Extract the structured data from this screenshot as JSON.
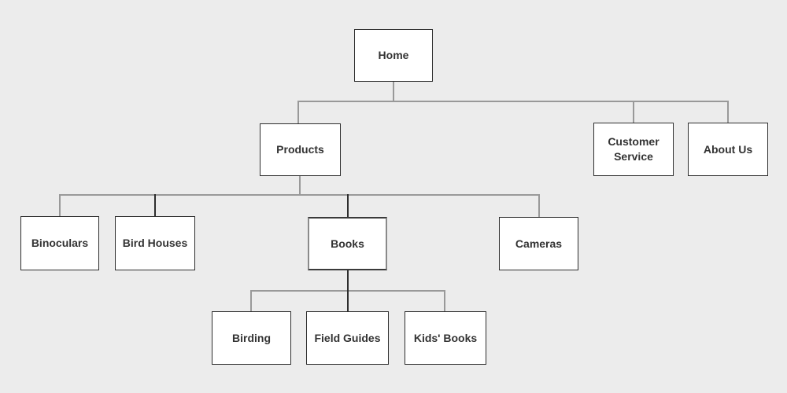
{
  "diagram": {
    "type": "sitemap-tree",
    "background": "#ececec",
    "colors": {
      "connector_gray": "#999999",
      "connector_dark": "#2e2e2e",
      "box_border": "#2e2e2e",
      "box_border_selected": "#8a8a8a",
      "box_fill": "#ffffff",
      "text": "#333333"
    },
    "nodes": {
      "home": {
        "label": "Home"
      },
      "products": {
        "label": "Products"
      },
      "customer_service": {
        "label": "Customer Service"
      },
      "about_us": {
        "label": "About Us"
      },
      "binoculars": {
        "label": "Binoculars"
      },
      "bird_houses": {
        "label": "Bird Houses"
      },
      "books": {
        "label": "Books"
      },
      "cameras": {
        "label": "Cameras"
      },
      "birding": {
        "label": "Birding"
      },
      "field_guides": {
        "label": "Field Guides"
      },
      "kids_books": {
        "label": "Kids' Books"
      }
    },
    "hierarchy": {
      "Home": {
        "Products": {
          "Binoculars": {},
          "Bird Houses": {},
          "Books": {
            "Birding": {},
            "Field Guides": {},
            "Kids' Books": {}
          },
          "Cameras": {}
        },
        "Customer Service": {},
        "About Us": {}
      }
    }
  }
}
